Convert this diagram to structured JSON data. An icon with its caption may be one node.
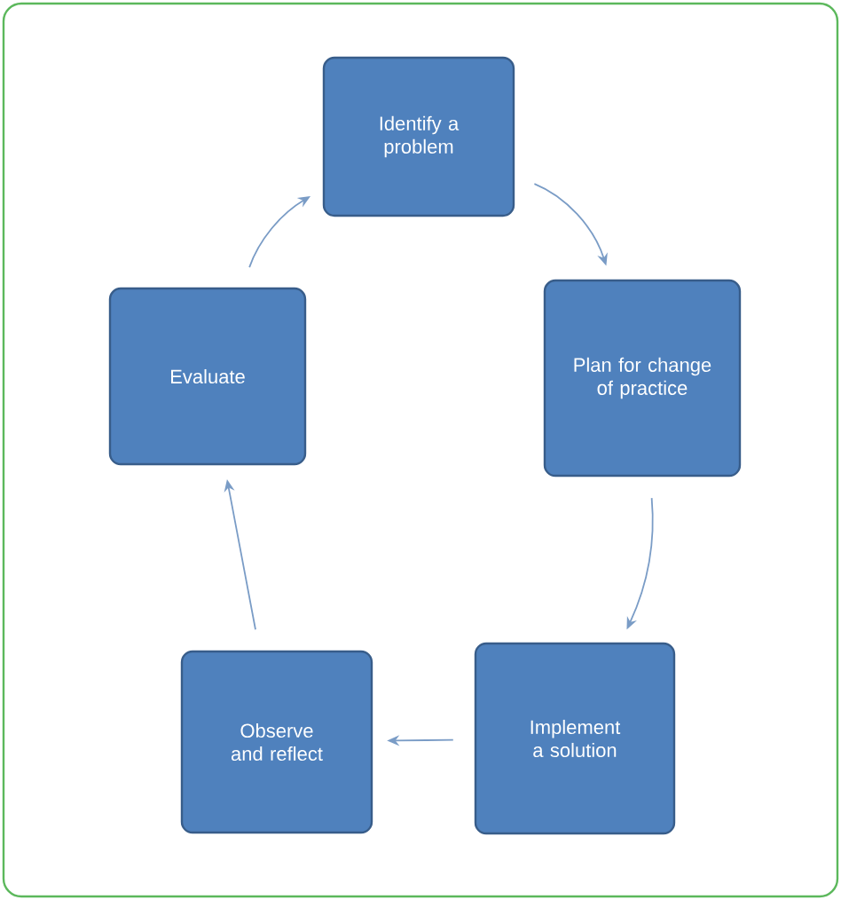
{
  "diagram": {
    "nodes": [
      {
        "text": [
          "Identify a problem"
        ]
      },
      {
        "text": [
          "Plan for change of practice"
        ]
      },
      {
        "text": [
          "Implement a solution"
        ]
      },
      {
        "text": [
          "Observe and reflect"
        ]
      },
      {
        "text": [
          "Evaluate"
        ]
      }
    ],
    "edges": [
      {
        "from": 0,
        "to": 1,
        "arrow": "to"
      },
      {
        "from": 1,
        "to": 2,
        "arrow": "to"
      },
      {
        "from": 2,
        "to": 3,
        "arrow": "to"
      },
      {
        "from": 3,
        "to": 4,
        "arrow": "to"
      },
      {
        "from": 4,
        "to": 0,
        "arrow": "to"
      }
    ]
  }
}
